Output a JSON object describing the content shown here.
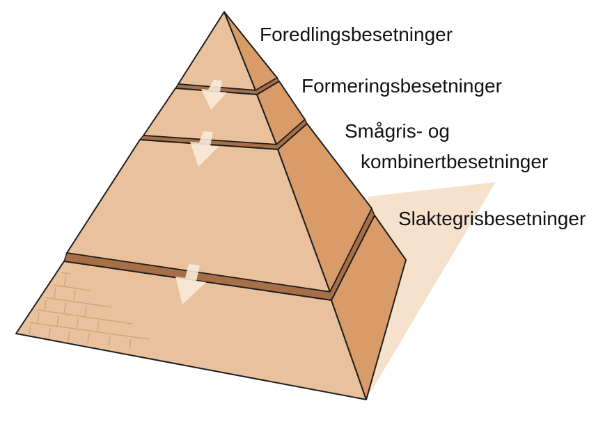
{
  "tiers": [
    {
      "label": "Foredlingsbesetninger"
    },
    {
      "label": "Formeringsbesetninger"
    },
    {
      "label_line1": "Smågris- og",
      "label_line2": "kombinertbesetninger"
    },
    {
      "label": "Slaktegrisbesetninger"
    }
  ],
  "colors": {
    "front_face": "#e9c29d",
    "side_face": "#d99b67",
    "gap_band": "#a66f48",
    "outline": "#1d1d1d",
    "arrow": "#f7ead9",
    "shadow": "#f6e2cc",
    "brick_line": "#d2a57c"
  },
  "icons": [
    "down-arrow-icon",
    "down-arrow-icon",
    "down-arrow-icon"
  ]
}
